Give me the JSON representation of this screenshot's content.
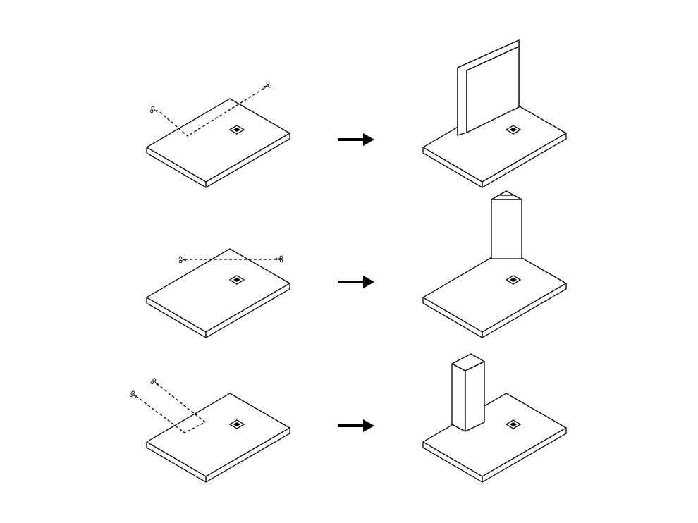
{
  "diagram": {
    "rows": [
      {
        "before": "plate-with-l-shaped-cut-line",
        "after": "plate-with-folded-up-wall-panel"
      },
      {
        "before": "plate-with-straight-cut-line",
        "after": "plate-with-folded-up-pitched-tower"
      },
      {
        "before": "plate-with-u-shaped-cut-line",
        "after": "plate-with-folded-up-narrow-column"
      }
    ],
    "arrow_color": "#000000",
    "line_color": "#000000",
    "background": "#ffffff",
    "icons": [
      "scissors-icon",
      "right-arrow-icon",
      "square-marker-icon"
    ]
  }
}
